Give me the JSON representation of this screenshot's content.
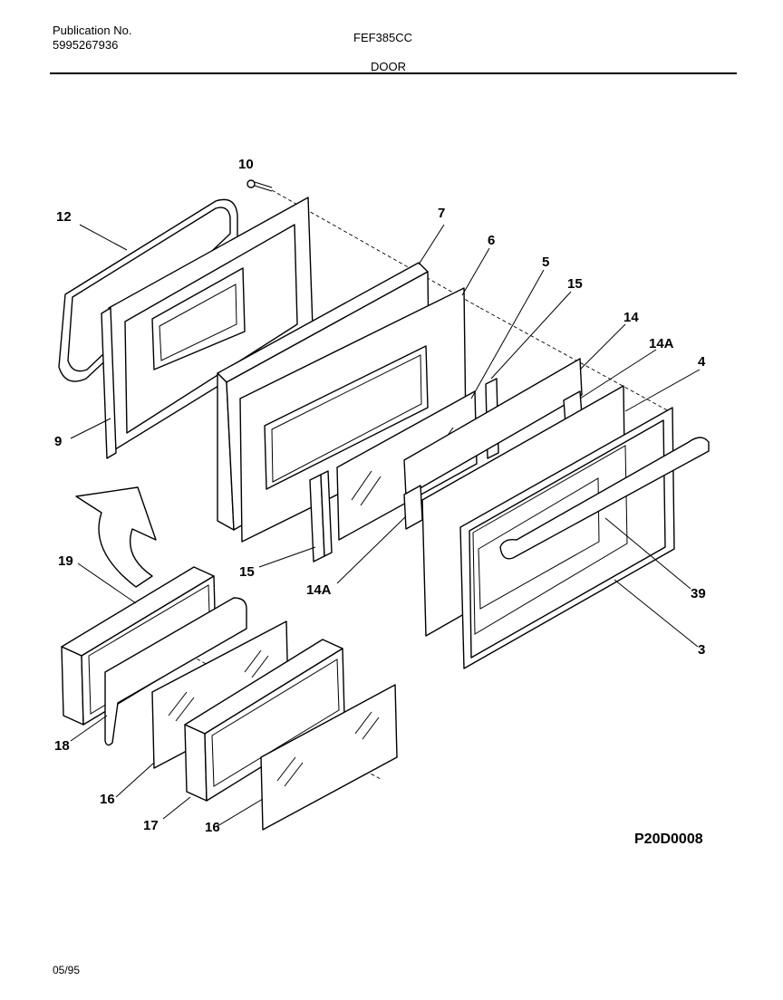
{
  "header": {
    "publication_label": "Publication No.",
    "publication_number": "5995267936",
    "model": "FEF385CC",
    "section": "DOOR"
  },
  "diagram": {
    "labels": [
      "10",
      "12",
      "7",
      "6",
      "5",
      "15",
      "14",
      "14A",
      "4",
      "9",
      "19",
      "15",
      "14A",
      "39",
      "3",
      "18",
      "16",
      "17",
      "16"
    ],
    "drawing_code": "P20D0008"
  },
  "footer": {
    "date": "05/95"
  }
}
